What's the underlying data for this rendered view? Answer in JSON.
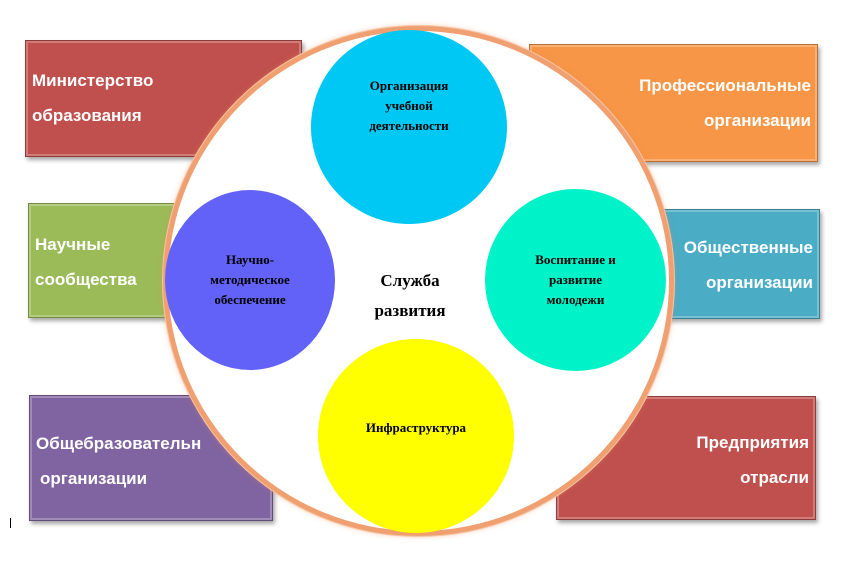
{
  "left_boxes": {
    "ministry": [
      "Министерство",
      "образования"
    ],
    "science": [
      "Научные",
      "сообщества"
    ],
    "schools": [
      "Общебразовательн",
      "организации"
    ]
  },
  "right_boxes": {
    "professional": [
      "Профессиональные",
      "организации"
    ],
    "public": [
      "Общественные",
      "организации"
    ],
    "enterprises": [
      "Предприятия",
      "отрасли"
    ]
  },
  "circles": {
    "organization": [
      "Организация",
      "учебной",
      "деятельности"
    ],
    "scientific": [
      "Научно-",
      "методическое",
      "обеспечение"
    ],
    "education": [
      "Воспитание и",
      "развитие",
      "молодежи"
    ],
    "infrastructure": [
      "Инфраструктура"
    ]
  },
  "center": [
    "Служба",
    "развития"
  ],
  "colors": {
    "ministry": "#c0504d",
    "science": "#9bbb59",
    "schools": "#8064a2",
    "professional": "#f79646",
    "public": "#4bacc6",
    "enterprises": "#c0504d",
    "circle_organization": "#00c8f4",
    "circle_scientific": "#6262f8",
    "circle_education": "#00f2c8",
    "circle_infrastructure": "#ffff00",
    "outer_ring": "#f0a070"
  }
}
